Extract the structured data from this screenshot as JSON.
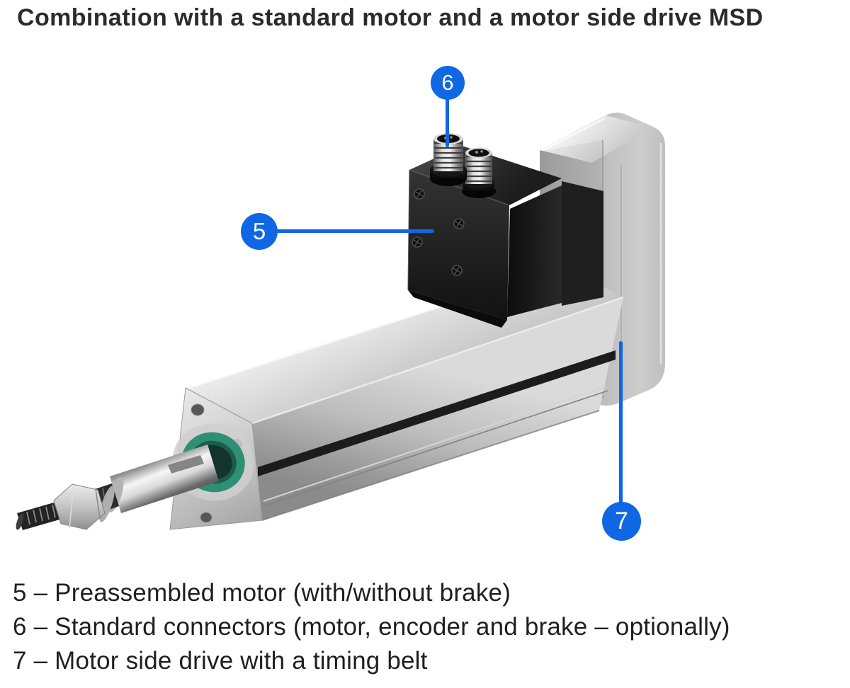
{
  "title": "Combination with a standard motor and a motor side drive MSD",
  "colors": {
    "accent_blue": "#0f67e4",
    "title_text": "#2b2b2b",
    "legend_text": "#1f1f1f",
    "seal_green": "#2f8f74"
  },
  "callouts": [
    {
      "number": "5",
      "target": "preassembled-motor"
    },
    {
      "number": "6",
      "target": "standard-connectors"
    },
    {
      "number": "7",
      "target": "motor-side-drive-housing"
    }
  ],
  "legend": {
    "items": [
      {
        "text": "5 – Preassembled motor (with/without brake)"
      },
      {
        "text": "6 – Standard connectors (motor, encoder and brake – optionally)"
      },
      {
        "text": "7 – Motor side drive with a timing belt"
      }
    ]
  }
}
